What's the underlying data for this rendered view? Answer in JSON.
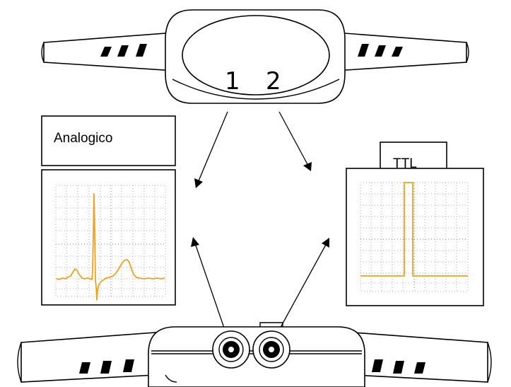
{
  "top_device": {
    "channel_1": "1",
    "channel_2": "2"
  },
  "analog_panel": {
    "label": "Analogico"
  },
  "ttl_panel": {
    "label": "TTL"
  },
  "colors": {
    "trace": "#f0a020",
    "outline": "#000000",
    "grid": "#9a9a9a"
  }
}
